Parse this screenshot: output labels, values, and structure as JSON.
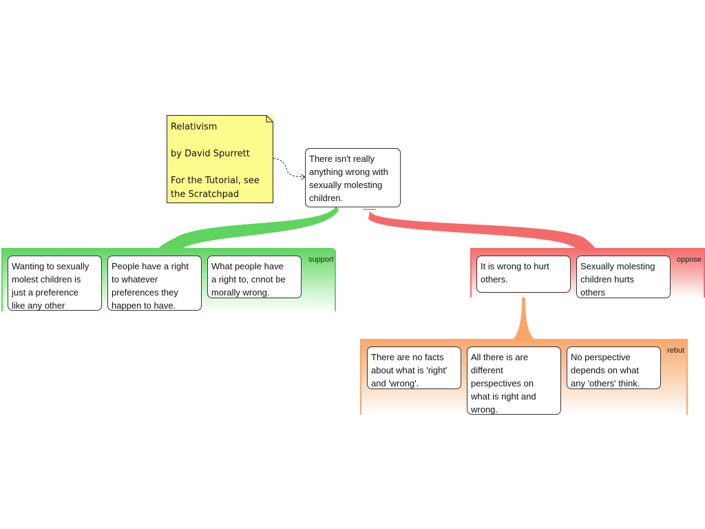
{
  "note": {
    "lines": [
      "Relativism",
      "by David Spurrett",
      "For the Tutorial, see",
      "the Scratchpad"
    ]
  },
  "claim": {
    "lines": [
      "There isn't really",
      "anything wrong with",
      "sexually molesting",
      "children."
    ]
  },
  "groups": {
    "support": {
      "label": "support",
      "color": "#5fd45f",
      "reasons": [
        {
          "lines": [
            "Wanting to sexually",
            "molest children is",
            "just a preference",
            "like any other"
          ]
        },
        {
          "lines": [
            "People have a right",
            "to whatever",
            "preferences they",
            "happen to have."
          ]
        },
        {
          "lines": [
            "What people have",
            "a right to, cnnot be",
            "morally wrong."
          ]
        }
      ]
    },
    "oppose": {
      "label": "oppose",
      "color": "#f46a6a",
      "reasons": [
        {
          "lines": [
            "It is wrong to hurt",
            "others."
          ]
        },
        {
          "lines": [
            "Sexually molesting",
            "children hurts",
            "others"
          ]
        }
      ]
    },
    "rebut": {
      "label": "rebut",
      "color": "#f8a66a",
      "reasons": [
        {
          "lines": [
            "There are no facts",
            "about what is 'right'",
            "and 'wrong'."
          ]
        },
        {
          "lines": [
            "All there is are",
            "different",
            "perspectives on",
            "what is right and",
            "wrong."
          ]
        },
        {
          "lines": [
            "No perspective",
            "depends on what",
            "any 'others' think."
          ]
        }
      ]
    }
  }
}
